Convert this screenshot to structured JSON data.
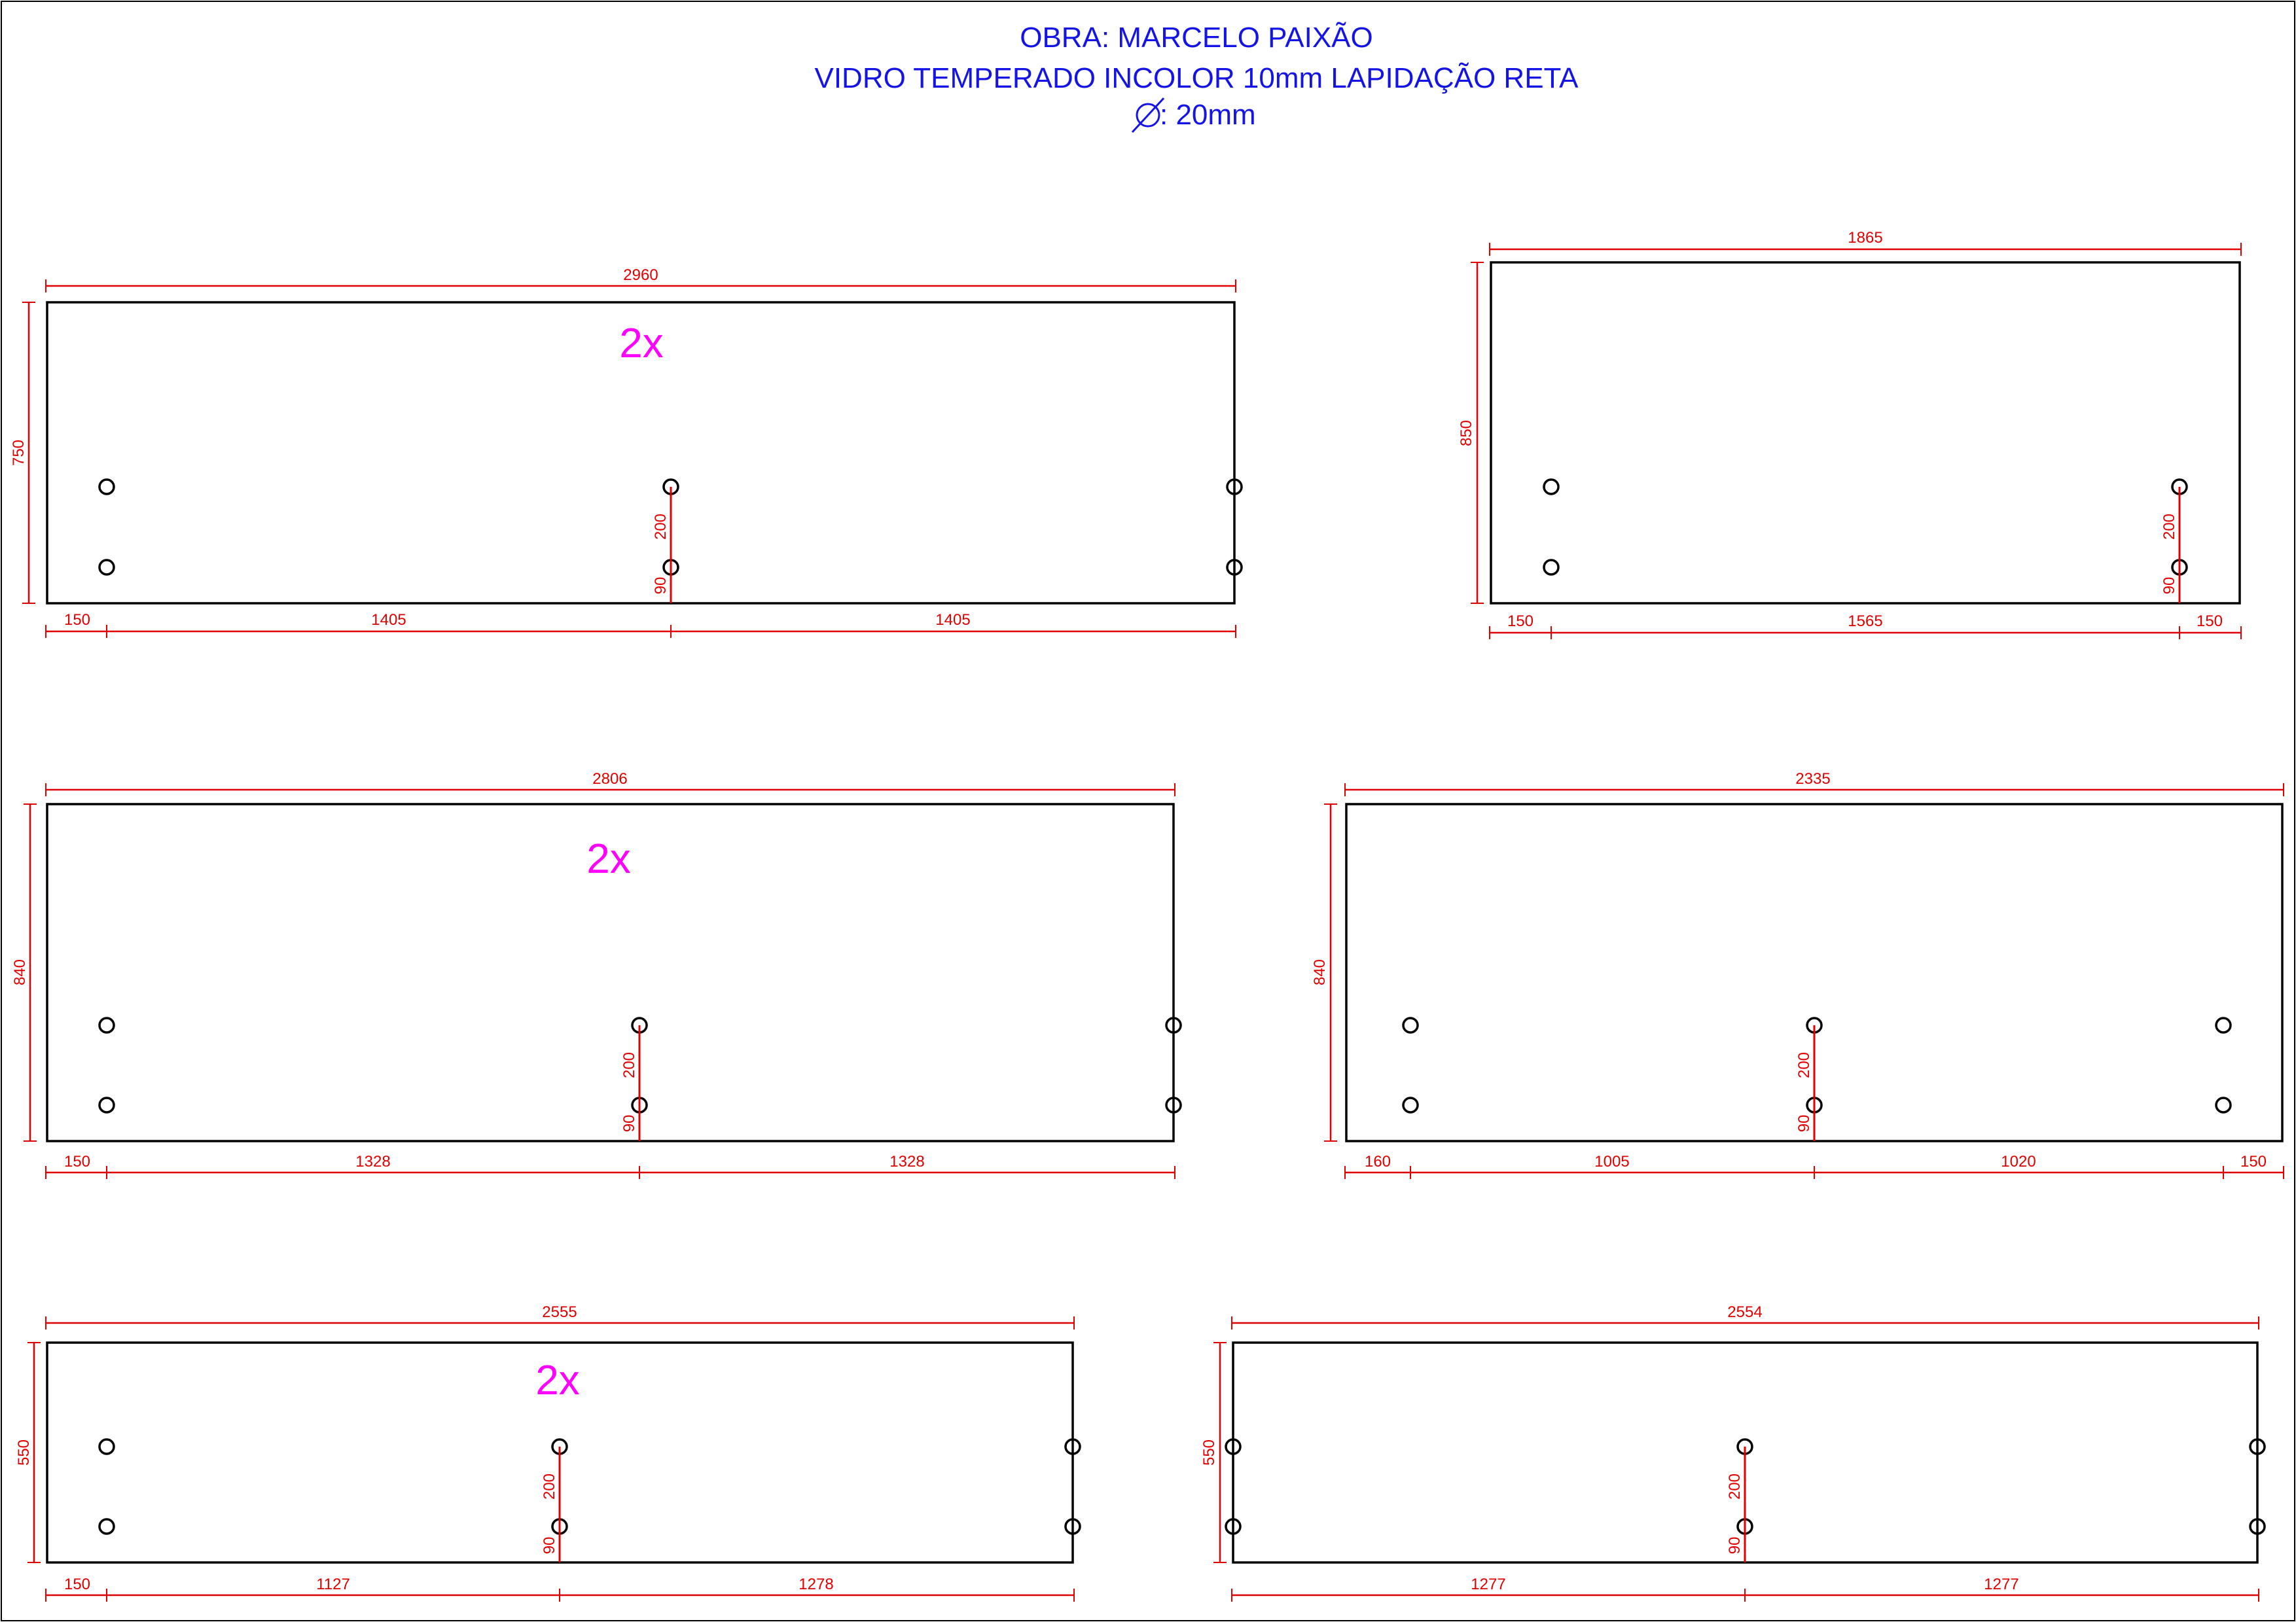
{
  "header": {
    "line1": "OBRA: MARCELO PAIXÃO",
    "line2": "VIDRO TEMPERADO INCOLOR 10mm LAPIDAÇÃO RETA",
    "line3": ": 20mm"
  },
  "colors": {
    "title": "#1414e6",
    "dimension": "#e00000",
    "quantity": "#ff00ff",
    "outline": "#000000"
  },
  "panels": [
    {
      "id": "p1",
      "width_label": "2960",
      "height_label": "750",
      "quantity": "2x",
      "hole_spacing_label": "200",
      "hole_offset_label": "90",
      "bottom_segments": [
        "150",
        "1405",
        "1405"
      ]
    },
    {
      "id": "p2",
      "width_label": "1865",
      "height_label": "850",
      "quantity": "",
      "hole_spacing_label": "200",
      "hole_offset_label": "90",
      "bottom_segments": [
        "150",
        "1565",
        "150"
      ]
    },
    {
      "id": "p3",
      "width_label": "2806",
      "height_label": "840",
      "quantity": "2x",
      "hole_spacing_label": "200",
      "hole_offset_label": "90",
      "bottom_segments": [
        "150",
        "1328",
        "1328"
      ]
    },
    {
      "id": "p4",
      "width_label": "2335",
      "height_label": "840",
      "quantity": "",
      "hole_spacing_label": "200",
      "hole_offset_label": "90",
      "bottom_segments": [
        "160",
        "1005",
        "1020",
        "150"
      ]
    },
    {
      "id": "p5",
      "width_label": "2555",
      "height_label": "550",
      "quantity": "2x",
      "hole_spacing_label": "200",
      "hole_offset_label": "90",
      "bottom_segments": [
        "150",
        "1127",
        "1278"
      ]
    },
    {
      "id": "p6",
      "width_label": "2554",
      "height_label": "550",
      "quantity": "",
      "hole_spacing_label": "200",
      "hole_offset_label": "90",
      "bottom_segments": [
        "1277",
        "1277"
      ]
    }
  ]
}
